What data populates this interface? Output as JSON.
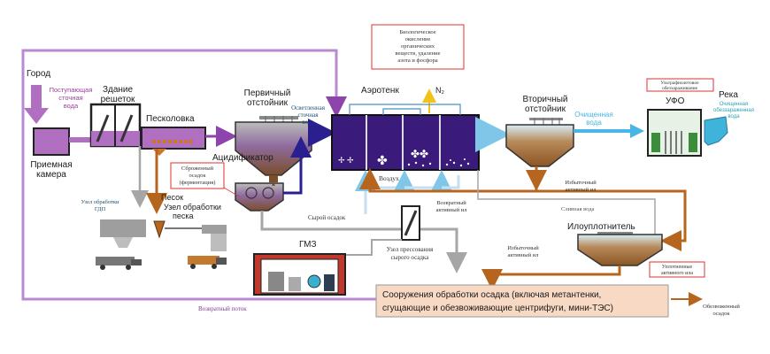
{
  "labels": {
    "city": "Город",
    "incoming_water": [
      "Поступающая",
      "сточная",
      "вода"
    ],
    "receiving_chamber": [
      "Приемная",
      "камера"
    ],
    "screens_building": [
      "Здание",
      "решеток"
    ],
    "sand_trap": "Песколовка",
    "primary_clarifier": [
      "Первичный",
      "отстойник"
    ],
    "clarified_water": [
      "Осветленная",
      "сточная",
      "вода"
    ],
    "aerotank": "Аэротенк",
    "n2": "N₂",
    "bio_oxidation": [
      "Биологическое",
      "окисление",
      "органических",
      "веществ, удаление",
      "азота и фосфора"
    ],
    "secondary_clarifier": [
      "Вторичный",
      "отстойник"
    ],
    "treated_water": [
      "Очищенная",
      "вода"
    ],
    "uv_note": [
      "Ультрафиолетовое",
      "обеззараживание"
    ],
    "ufo": "УФО",
    "river": "Река",
    "treated_water_river": [
      "Очищенная",
      "обеззараженная",
      "вода"
    ],
    "acidifier": "Ацидификатор",
    "fermented_sludge": [
      "Сброженный",
      "осадок",
      "(ферментация)"
    ],
    "sand": "Песок",
    "gdp_unit": [
      "Узел обработки",
      "ГДП"
    ],
    "sand_unit": [
      "Узел обработки",
      "песка"
    ],
    "air": "Воздух",
    "return_sludge": [
      "Возвратный",
      "активный ил"
    ],
    "raw_sludge": "Сырой осадок",
    "excess_sludge_top": [
      "Избыточный",
      "активный ил"
    ],
    "waste_water_flow": "Сливная вода",
    "sludge_thickener": "Илоуплотнитель",
    "excess_sludge_bottom": [
      "Избыточный",
      "активный ил"
    ],
    "compacted_sludge": [
      "Уплотненные",
      "активного ила"
    ],
    "gmz": "ГМЗ",
    "raw_sludge_unit": [
      "Узел прессования",
      "сырого осадка"
    ],
    "sludge_facilities": [
      "Сооружения обработки осадка (включая метантенки,",
      "сгущающие и обезвоживающие центрифуги, мини-ТЭС)"
    ],
    "return_flow": "Возвратный поток",
    "dewatered_sludge": [
      "Обезвоженный",
      "осадок"
    ]
  },
  "colors": {
    "purple_flow": "#b06fc0",
    "return_line": "#b88bd0",
    "magenta_text": "#9b3f9b",
    "tank_dark": "#3a1a7a",
    "navy_arrow": "#2a1f8f",
    "blue_water": "#45b6e6",
    "brown_sludge": "#b5651d",
    "grey_pipe": "#a6a6a6",
    "red_border": "#e03030",
    "facility_fill": "#f7d9c4",
    "teal_text": "#2aa7b0",
    "label_dark": "#1b4e6e"
  }
}
